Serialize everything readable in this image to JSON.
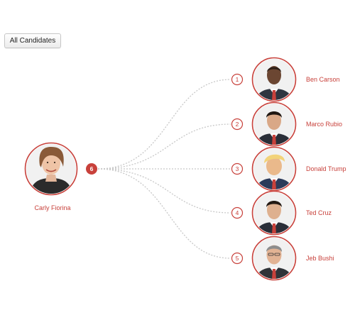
{
  "header": {
    "button_label": "All Candidates"
  },
  "main_candidate": {
    "name": "Carly Fiorina",
    "count": "6"
  },
  "candidates": [
    {
      "rank": "1",
      "name": "Ben Carson"
    },
    {
      "rank": "2",
      "name": "Marco Rubio"
    },
    {
      "rank": "3",
      "name": "Donald Trump"
    },
    {
      "rank": "4",
      "name": "Ted Cruz"
    },
    {
      "rank": "5",
      "name": "Jeb Bushi"
    }
  ],
  "colors": {
    "accent": "#c8413b",
    "connector": "#c8c8c8",
    "badge_fill": "#c8413b"
  }
}
